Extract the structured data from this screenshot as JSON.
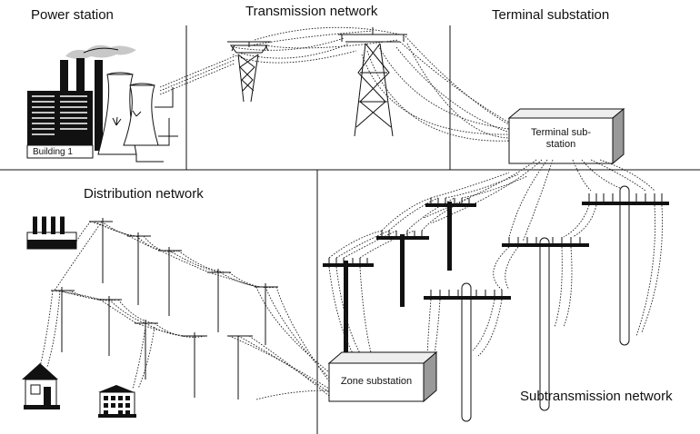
{
  "sections": {
    "power_station": "Power station",
    "transmission_network": "Transmission network",
    "terminal_substation": "Terminal substation",
    "distribution_network": "Distribution network",
    "subtransmission_network": "Subtransmission network"
  },
  "labels": {
    "building": "Building 1",
    "terminal_box_line1": "Terminal sub-",
    "terminal_box_line2": "station",
    "zone_box": "Zone substation"
  }
}
